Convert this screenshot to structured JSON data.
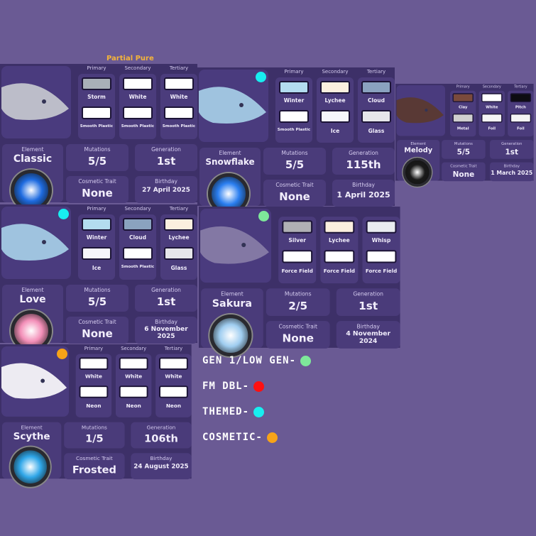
{
  "cards": [
    {
      "id": "classic",
      "banner": "Partial Pure",
      "headers": [
        "Primary",
        "Secondary",
        "Tertiary"
      ],
      "colors": [
        {
          "name": "Storm",
          "hex": "#a9b0b8",
          "material": "Smooth Plastic",
          "mat_hex": "#ffffff"
        },
        {
          "name": "White",
          "hex": "#ffffff",
          "material": "Smooth Plastic",
          "mat_hex": "#ffffff"
        },
        {
          "name": "White",
          "hex": "#ffffff",
          "material": "Smooth Plastic",
          "mat_hex": "#ffffff"
        }
      ],
      "element_label": "Element",
      "element": "Classic",
      "orb": "#1e6be0",
      "mutations_label": "Mutations",
      "mutations": "5/5",
      "generation_label": "Generation",
      "generation": "1st",
      "cosmetic_label": "Cosmetic Trait",
      "cosmetic": "None",
      "birthday_label": "Birthday",
      "birthday": "27 April 2025",
      "art": "#c9ccd2"
    },
    {
      "id": "snowflake",
      "banner": "",
      "headers": [
        "Primary",
        "Secondary",
        "Tertiary"
      ],
      "colors": [
        {
          "name": "Winter",
          "hex": "#b3dcef",
          "material": "Smooth Plastic",
          "mat_hex": "#ffffff"
        },
        {
          "name": "Lychee",
          "hex": "#fbefdf",
          "material": "Ice",
          "mat_hex": "#f6f6fb"
        },
        {
          "name": "Cloud",
          "hex": "#8aa2bf",
          "material": "Glass",
          "mat_hex": "#e6e6ea"
        }
      ],
      "element_label": "Element",
      "element": "Snowflake",
      "orb": "#2a7ef0",
      "mutations_label": "Mutations",
      "mutations": "5/5",
      "generation_label": "Generation",
      "generation": "115th",
      "cosmetic_label": "Cosmetic Trait",
      "cosmetic": "None",
      "birthday_label": "Birthday",
      "birthday": "1 April 2025",
      "art": "#a8d3ea"
    },
    {
      "id": "melody",
      "banner": "",
      "headers": [
        "Primary",
        "Secondary",
        "Tertiary"
      ],
      "colors": [
        {
          "name": "Clay",
          "hex": "#7a4a3c",
          "material": "Metal",
          "mat_hex": "#cfcfcf"
        },
        {
          "name": "White",
          "hex": "#ffffff",
          "material": "Foil",
          "mat_hex": "#f4f4f4"
        },
        {
          "name": "Pitch",
          "hex": "#0d0c12",
          "material": "Foil",
          "mat_hex": "#f4f4f4"
        }
      ],
      "element_label": "Element",
      "element": "Melody",
      "orb": "#1a1a1a",
      "mutations_label": "Mutations",
      "mutations": "5/5",
      "generation_label": "Generation",
      "generation": "1st",
      "cosmetic_label": "Cosmetic Trait",
      "cosmetic": "None",
      "birthday_label": "Birthday",
      "birthday": "1 March 2025",
      "art": "#5b3a2e"
    },
    {
      "id": "love",
      "banner": "",
      "headers": [
        "Primary",
        "Secondary",
        "Tertiary"
      ],
      "colors": [
        {
          "name": "Winter",
          "hex": "#b3dcef",
          "material": "Ice",
          "mat_hex": "#f6f6fb"
        },
        {
          "name": "Cloud",
          "hex": "#8aa2bf",
          "material": "Smooth Plastic",
          "mat_hex": "#ffffff"
        },
        {
          "name": "Lychee",
          "hex": "#fbefdf",
          "material": "Glass",
          "mat_hex": "#e6e6ea"
        }
      ],
      "element_label": "Element",
      "element": "Love",
      "orb": "#f38fb8",
      "mutations_label": "Mutations",
      "mutations": "5/5",
      "generation_label": "Generation",
      "generation": "1st",
      "cosmetic_label": "Cosmetic Trait",
      "cosmetic": "None",
      "birthday_label": "Birthday",
      "birthday": "6 November 2025",
      "art": "#a8d3ea"
    },
    {
      "id": "sakura",
      "banner": "",
      "headers": [
        "",
        "",
        ""
      ],
      "colors": [
        {
          "name": "Silver",
          "hex": "#b0b0b4",
          "material": "Force Field",
          "mat_hex": "#ffffff"
        },
        {
          "name": "Lychee",
          "hex": "#fbefdf",
          "material": "Force Field",
          "mat_hex": "#ffffff"
        },
        {
          "name": "Whisp",
          "hex": "#e9ecf0",
          "material": "Force Field",
          "mat_hex": "#ffffff"
        }
      ],
      "element_label": "Element",
      "element": "Sakura",
      "orb": "#9fcdf0",
      "mutations_label": "Mutations",
      "mutations": "2/5",
      "generation_label": "Generation",
      "generation": "1st",
      "cosmetic_label": "Cosmetic Trait",
      "cosmetic": "None",
      "birthday_label": "Birthday",
      "birthday": "4 November 2024",
      "art": "#8a80a8"
    },
    {
      "id": "scythe",
      "banner": "",
      "headers": [
        "Primary",
        "Secondary",
        "Tertiary"
      ],
      "colors": [
        {
          "name": "White",
          "hex": "#ffffff",
          "material": "Neon",
          "mat_hex": "#ffffff"
        },
        {
          "name": "White",
          "hex": "#ffffff",
          "material": "Neon",
          "mat_hex": "#ffffff"
        },
        {
          "name": "White",
          "hex": "#ffffff",
          "material": "Neon",
          "mat_hex": "#ffffff"
        }
      ],
      "element_label": "Element",
      "element": "Scythe",
      "orb": "#2fa6e8",
      "mutations_label": "Mutations",
      "mutations": "1/5",
      "generation_label": "Generation",
      "generation": "106th",
      "cosmetic_label": "Cosmetic Trait",
      "cosmetic": "Frosted",
      "birthday_label": "Birthday",
      "birthday": "24 August 2025",
      "art": "#ffffff"
    }
  ],
  "legend": [
    {
      "label": "GEN 1/LOW GEN-",
      "color": "#7ee89a"
    },
    {
      "label": "FM DBL-",
      "color": "#ff1010"
    },
    {
      "label": "THEMED-",
      "color": "#18eef0"
    },
    {
      "label": "COSMETIC-",
      "color": "#f7a318"
    }
  ],
  "markers": [
    {
      "card": "snowflake",
      "color": "#18eef0"
    },
    {
      "card": "love",
      "color": "#18eef0"
    },
    {
      "card": "sakura",
      "color": "#7ee89a"
    },
    {
      "card": "scythe",
      "color": "#f7a318"
    }
  ]
}
